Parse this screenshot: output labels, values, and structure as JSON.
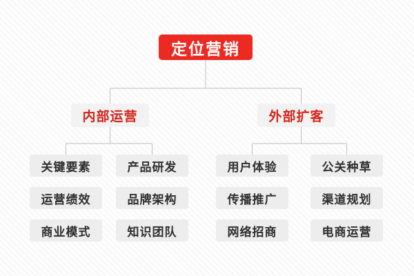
{
  "diagram": {
    "title": "定位营销",
    "type": "organization-tree",
    "colors": {
      "root_background": "#ec2a21",
      "root_text": "#ffffff",
      "branch_background": "#f2f2f2",
      "branch_text": "#d42318",
      "leaf_background": "#ededed",
      "leaf_text": "#2e2e2e",
      "connector_line": "#bfbfbf",
      "canvas_background": "#fdfdfd"
    },
    "root": {
      "label": "定位营销"
    },
    "branches": [
      {
        "label": "内部运营",
        "leaves": [
          "关键要素",
          "产品研发",
          "运营绩效",
          "品牌架构",
          "商业模式",
          "知识团队"
        ]
      },
      {
        "label": "外部扩客",
        "leaves": [
          "用户体验",
          "公关种草",
          "传播推广",
          "渠道规划",
          "网络招商",
          "电商运营"
        ]
      }
    ],
    "leaf_grid": {
      "columns": [
        {
          "branch": "内部运营",
          "items": [
            "关键要素",
            "运营绩效",
            "商业模式"
          ]
        },
        {
          "branch": "内部运营",
          "items": [
            "产品研发",
            "品牌架构",
            "知识团队"
          ]
        },
        {
          "branch": "外部扩客",
          "items": [
            "用户体验",
            "传播推广",
            "网络招商"
          ]
        },
        {
          "branch": "外部扩客",
          "items": [
            "公关种草",
            "渠道规划",
            "电商运营"
          ]
        }
      ]
    }
  }
}
